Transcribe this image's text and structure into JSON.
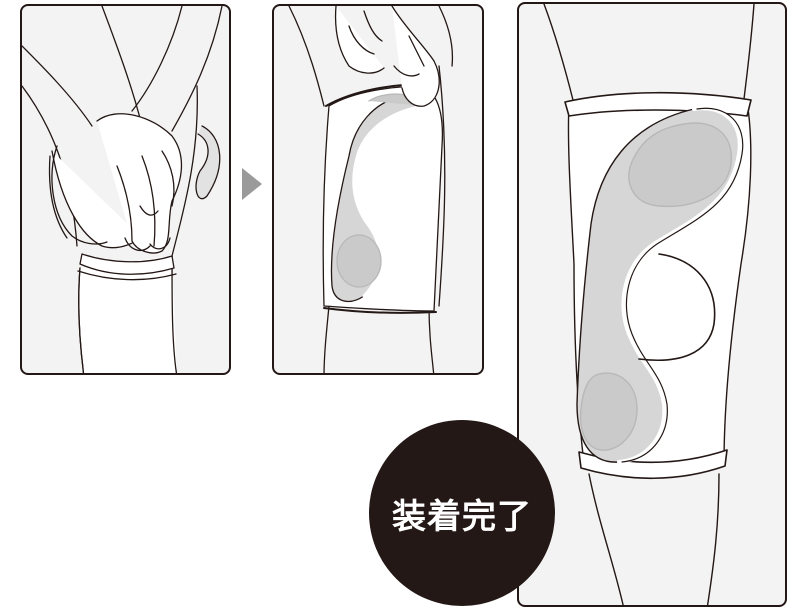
{
  "steps": [
    {
      "illustration": "hands-pulling-sleeve-over-knee-illustration"
    },
    {
      "illustration": "hands-adjusting-sleeve-top-illustration"
    },
    {
      "illustration": "knee-sleeve-worn-closeup-illustration"
    }
  ],
  "arrow_icon": "triangle-right-icon",
  "badge": {
    "text": "装着完了"
  },
  "colors": {
    "outline": "#231815",
    "panel_bg": "#f3f3f3",
    "pad_gray": "#d6d6d6",
    "pad_inner": "#cacaca",
    "arrow": "#9a9a9a",
    "badge_bg": "#231815",
    "badge_text": "#ffffff"
  }
}
